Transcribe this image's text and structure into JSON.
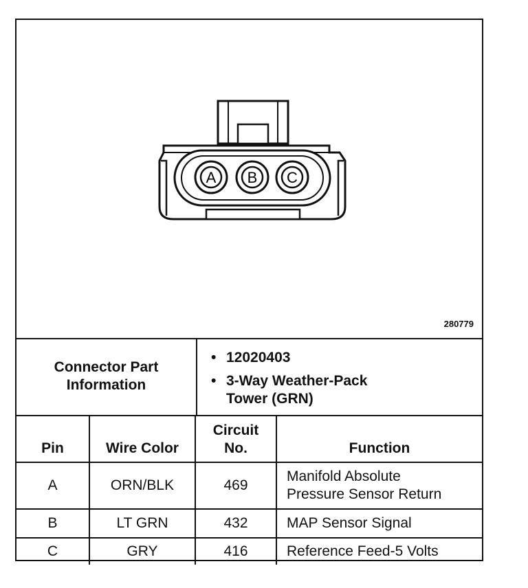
{
  "figure": {
    "pins": [
      "A",
      "B",
      "C"
    ],
    "number": "280779"
  },
  "connector_info": {
    "label_line1": "Connector Part",
    "label_line2": "Information",
    "part_number": "12020403",
    "description_line1": "3-Way Weather-Pack",
    "description_line2": "Tower (GRN)",
    "bullet": "•"
  },
  "table": {
    "headers": {
      "pin": "Pin",
      "wire_color": "Wire Color",
      "circuit_line1": "Circuit",
      "circuit_line2": "No.",
      "function": "Function"
    },
    "rows": [
      {
        "pin": "A",
        "wire_color": "ORN/BLK",
        "circuit": "469",
        "function_line1": "Manifold Absolute",
        "function_line2": "Pressure Sensor Return"
      },
      {
        "pin": "B",
        "wire_color": "LT GRN",
        "circuit": "432",
        "function_line1": "MAP Sensor Signal"
      },
      {
        "pin": "C",
        "wire_color": "GRY",
        "circuit": "416",
        "function_line1": "Reference Feed-5 Volts"
      }
    ]
  }
}
